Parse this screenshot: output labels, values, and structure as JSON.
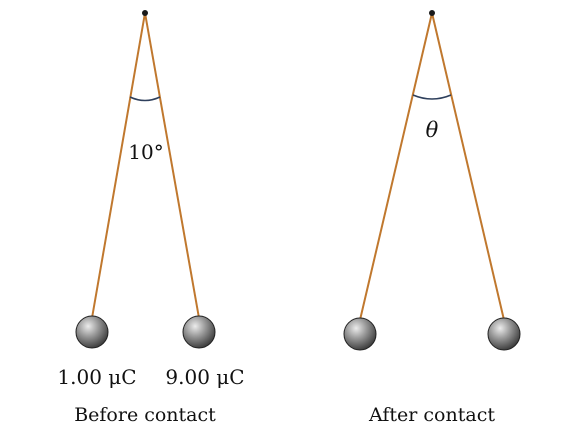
{
  "colors": {
    "string": "#c0782e",
    "ball_light": "#d9d9d9",
    "ball_mid": "#8e8e8e",
    "ball_dark": "#3a3a3a",
    "pivot": "#1a1a1a",
    "arc": "#2e3f5c",
    "text": "#111111"
  },
  "left_panel": {
    "angle_label": "10°",
    "charge_left": "1.00 μC",
    "charge_right": "9.00 μC",
    "caption": "Before contact"
  },
  "right_panel": {
    "angle_label": "θ",
    "caption": "After contact"
  }
}
